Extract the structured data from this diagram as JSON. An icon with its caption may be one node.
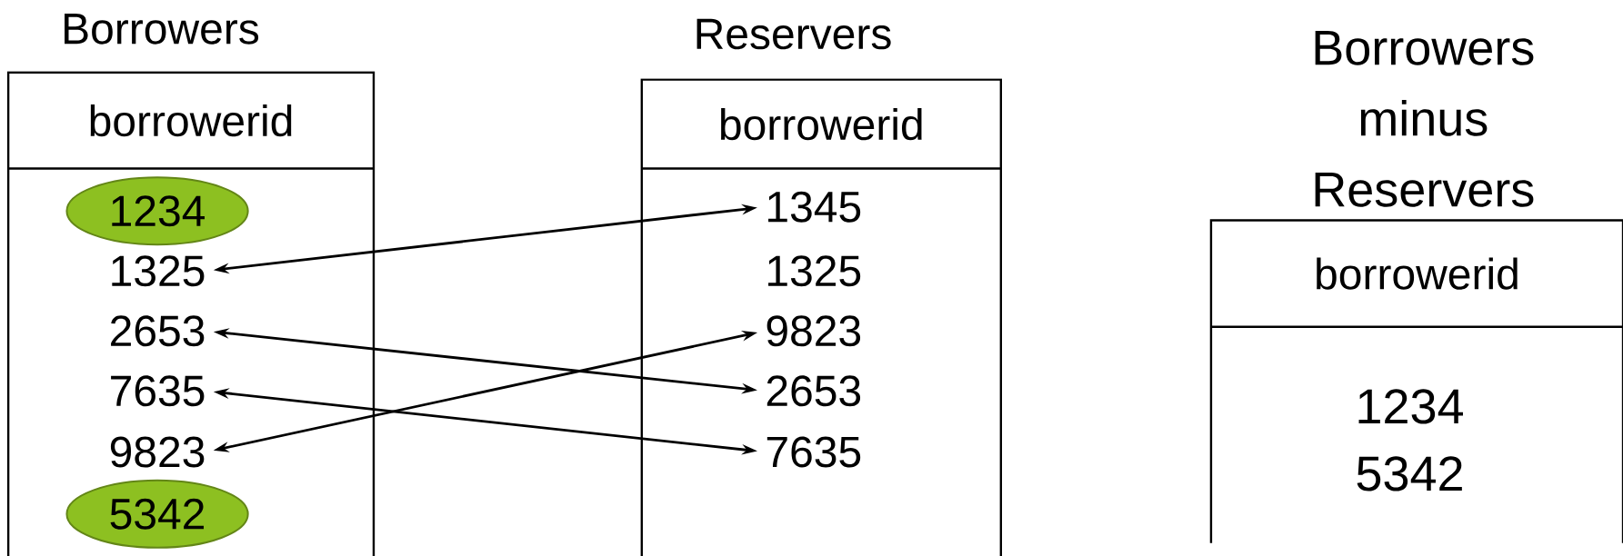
{
  "diagram": {
    "nodes": [
      {
        "text": [
          "Borrowers",
          "borrowerid"
        ]
      },
      {
        "text": [
          "1234"
        ],
        "in": 0
      },
      {
        "text": [
          "1325"
        ],
        "in": 0
      },
      {
        "text": [
          "2653"
        ],
        "in": 0
      },
      {
        "text": [
          "7635"
        ],
        "in": 0
      },
      {
        "text": [
          "9823"
        ],
        "in": 0
      },
      {
        "text": [
          "5342"
        ],
        "in": 0
      },
      {
        "text": [
          "Reservers",
          "borrowerid"
        ]
      },
      {
        "text": [
          "1345"
        ],
        "in": 7
      },
      {
        "text": [
          "1325"
        ],
        "in": 7
      },
      {
        "text": [
          "9823"
        ],
        "in": 7
      },
      {
        "text": [
          "2653"
        ],
        "in": 7
      },
      {
        "text": [
          "7635"
        ],
        "in": 7
      },
      {
        "text": [
          "Borrowers minus Reservers",
          "borrowerid",
          "1234",
          "5342"
        ]
      }
    ],
    "edges": [
      {
        "from": 2,
        "to": 8,
        "arrow": "both"
      },
      {
        "from": 3,
        "to": 11,
        "arrow": "both"
      },
      {
        "from": 4,
        "to": 12,
        "arrow": "both"
      },
      {
        "from": 5,
        "to": 10,
        "arrow": "both"
      }
    ]
  }
}
